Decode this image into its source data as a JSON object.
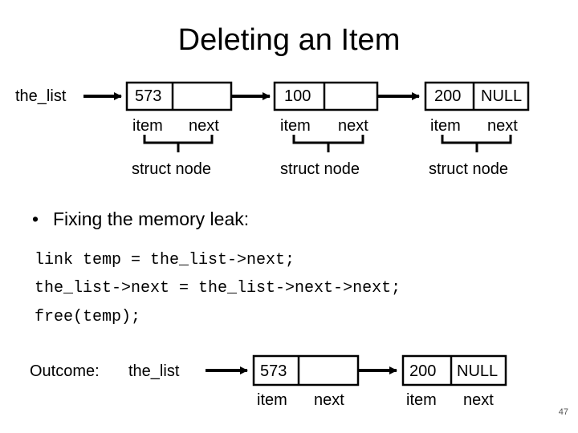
{
  "title": "Deleting an Item",
  "diagram_top": {
    "head_label": "the_list",
    "nodes": [
      {
        "item": "573",
        "next": "",
        "item_label": "item",
        "next_label": "next",
        "caption": "struct node"
      },
      {
        "item": "100",
        "next": "",
        "item_label": "item",
        "next_label": "next",
        "caption": "struct node"
      },
      {
        "item": "200",
        "next": "NULL",
        "item_label": "item",
        "next_label": "next",
        "caption": "struct node"
      }
    ]
  },
  "bullet": "Fixing the memory leak:",
  "code_lines": [
    "link temp = the_list->next;",
    "the_list->next = the_list->next->next;",
    "free(temp);"
  ],
  "outcome": {
    "label": "Outcome:",
    "head_label": "the_list",
    "nodes": [
      {
        "item": "573",
        "next": "",
        "item_label": "item",
        "next_label": "next"
      },
      {
        "item": "200",
        "next": "NULL",
        "item_label": "item",
        "next_label": "next"
      }
    ]
  },
  "page_number": "47"
}
